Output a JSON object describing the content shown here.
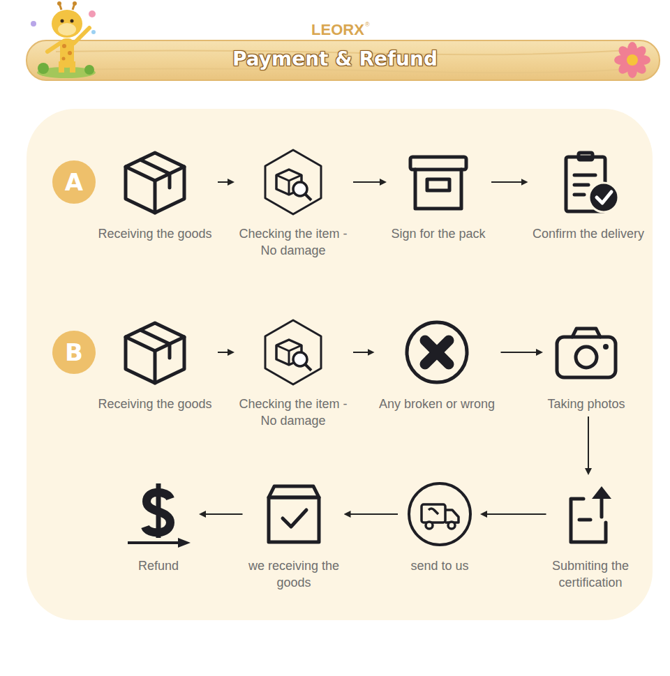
{
  "diagram": {
    "title": "Payment & Refund",
    "nodes": [
      {
        "text": [
          "A"
        ]
      },
      {
        "text": [
          "Receiving the goods"
        ]
      },
      {
        "text": [
          "Checking the item -No damage"
        ]
      },
      {
        "text": [
          "Sign for the pack"
        ]
      },
      {
        "text": [
          "Confirm the delivery"
        ]
      },
      {
        "text": [
          "B"
        ]
      },
      {
        "text": [
          "Receiving the goods"
        ]
      },
      {
        "text": [
          "Checking the item -No damage"
        ]
      },
      {
        "text": [
          "Any broken or wrong"
        ]
      },
      {
        "text": [
          "Taking photos"
        ]
      },
      {
        "text": [
          "Submiting the certification"
        ]
      },
      {
        "text": [
          "send to us"
        ]
      },
      {
        "text": [
          "we receiving the goods"
        ]
      },
      {
        "text": [
          "Refund"
        ]
      }
    ],
    "edges": [
      {
        "from": 1,
        "to": 2,
        "arrow": "to"
      },
      {
        "from": 2,
        "to": 3,
        "arrow": "to"
      },
      {
        "from": 3,
        "to": 4,
        "arrow": "to"
      },
      {
        "from": 6,
        "to": 7,
        "arrow": "to"
      },
      {
        "from": 7,
        "to": 8,
        "arrow": "to"
      },
      {
        "from": 8,
        "to": 9,
        "arrow": "to"
      },
      {
        "from": 9,
        "to": 10,
        "arrow": "to"
      },
      {
        "from": 10,
        "to": 11,
        "arrow": "to"
      },
      {
        "from": 11,
        "to": 12,
        "arrow": "to"
      },
      {
        "from": 12,
        "to": 13,
        "arrow": "to"
      }
    ],
    "labels": [
      "LEORX",
      "®"
    ]
  }
}
